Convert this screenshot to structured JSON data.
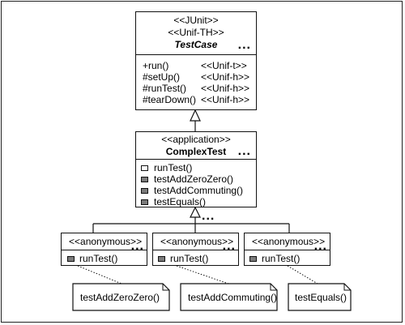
{
  "testcase": {
    "stereotypes": [
      "<<JUnit>>",
      "<<Unif-TH>>"
    ],
    "name": "TestCase",
    "ellipsis": "...",
    "operations": [
      {
        "name": "+run()",
        "stereo": "<<Unif-t>>"
      },
      {
        "name": "#setUp()",
        "stereo": "<<Unif-h>>"
      },
      {
        "name": "#runTest()",
        "stereo": "<<Unif-h>>"
      },
      {
        "name": "#tearDown()",
        "stereo": "<<Unif-h>>"
      }
    ]
  },
  "complextest": {
    "stereotype": "<<application>>",
    "name": "ComplexTest",
    "ellipsis": "...",
    "operations": [
      {
        "name": "runTest()",
        "visibility": "public"
      },
      {
        "name": "testAddZeroZero()",
        "visibility": "filled"
      },
      {
        "name": "testAddCommuting()",
        "visibility": "filled"
      },
      {
        "name": "testEquals()",
        "visibility": "filled"
      }
    ]
  },
  "more_subclasses_ellipsis": "...",
  "anonymous": [
    {
      "stereotype": "<<anonymous>>",
      "ellipsis": "...",
      "operation": "runTest()",
      "note": "testAddZeroZero()"
    },
    {
      "stereotype": "<<anonymous>>",
      "ellipsis": "...",
      "operation": "runTest()",
      "note": "testAddCommuting()"
    },
    {
      "stereotype": "<<anonymous>>",
      "ellipsis": "...",
      "operation": "runTest()",
      "note": "testEquals()"
    }
  ]
}
